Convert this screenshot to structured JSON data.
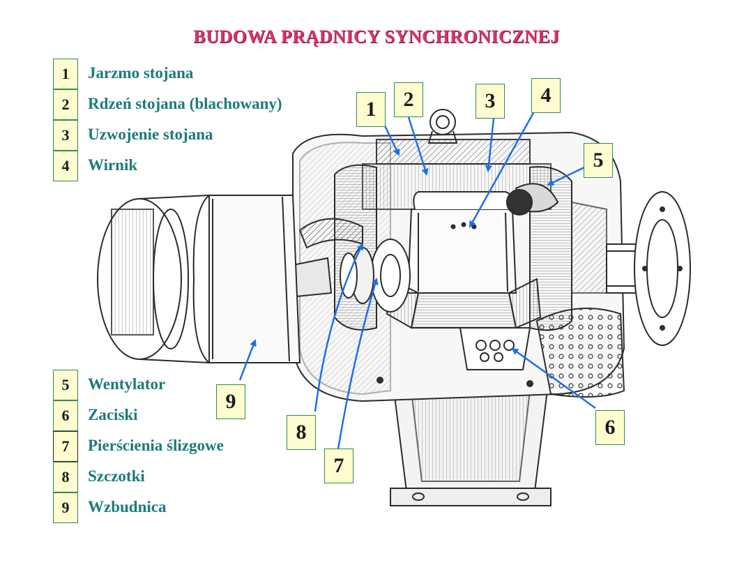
{
  "title": "BUDOWA PRĄDNICY SYNCHRONICZNEJ",
  "legend_top": [
    {
      "num": "1",
      "label": "Jarzmo stojana"
    },
    {
      "num": "2",
      "label": "Rdzeń stojana (blachowany)"
    },
    {
      "num": "3",
      "label": "Uzwojenie stojana"
    },
    {
      "num": "4",
      "label": "Wirnik"
    }
  ],
  "legend_bottom": [
    {
      "num": "5",
      "label": "Wentylator"
    },
    {
      "num": "6",
      "label": "Zaciski"
    },
    {
      "num": "7",
      "label": "Pierścienia ślizgowe"
    },
    {
      "num": "8",
      "label": "Szczotki"
    },
    {
      "num": "9",
      "label": "Wzbudnica"
    }
  ],
  "callouts": {
    "c1": "1",
    "c2": "2",
    "c3": "3",
    "c4": "4",
    "c5": "5",
    "c6": "6",
    "c7": "7",
    "c8": "8",
    "c9": "9"
  },
  "colors": {
    "title": "#d6336c",
    "legend_text": "#1d7a7a",
    "box_fill": "#fffdd0",
    "box_border": "#2e8b57",
    "arrow": "#1e6fe8",
    "drawing": "#2b2b2b"
  }
}
